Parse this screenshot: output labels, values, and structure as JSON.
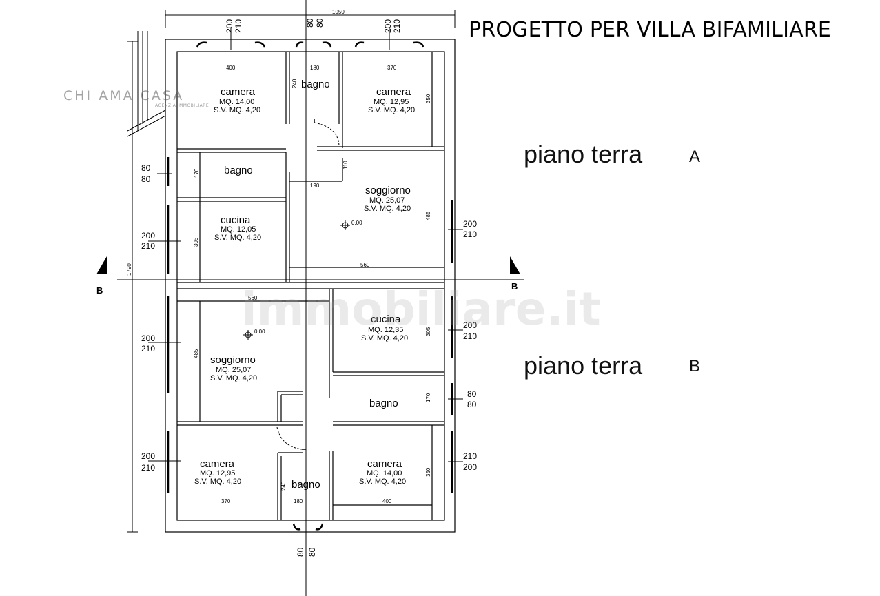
{
  "title": "PROGETTO PER VILLA BIFAMILIARE",
  "levels": {
    "a": {
      "label": "piano terra",
      "letter": "A"
    },
    "b": {
      "label": "piano terra",
      "letter": "B"
    }
  },
  "watermarks": {
    "agency": "CHI AMA CASA",
    "agency_sub": "AGENZIA IMMOBILIARE",
    "portal": "immobiliare.it"
  },
  "rooms": {
    "a_camera_1": {
      "name": "camera",
      "area": "MQ. 14,00",
      "sv": "S.V. MQ.  4,20"
    },
    "a_bagno_1": {
      "name": "bagno"
    },
    "a_camera_2": {
      "name": "camera",
      "area": "MQ. 12,95",
      "sv": "S.V. MQ.  4,20"
    },
    "a_bagno_2": {
      "name": "bagno"
    },
    "a_cucina": {
      "name": "cucina",
      "area": "MQ. 12,05",
      "sv": "S.V. MQ.  4,20"
    },
    "a_soggiorno": {
      "name": "soggiorno",
      "area": "MQ. 25,07",
      "sv": "S.V. MQ.  4,20"
    },
    "b_cucina": {
      "name": "cucina",
      "area": "MQ. 12,35",
      "sv": "S.V. MQ.  4,20"
    },
    "b_soggiorno": {
      "name": "soggiorno",
      "area": "MQ. 25,07",
      "sv": "S.V. MQ.  4,20"
    },
    "b_bagno_1": {
      "name": "bagno"
    },
    "b_camera_1": {
      "name": "camera",
      "area": "MQ. 12,95",
      "sv": "S.V. MQ.  4,20"
    },
    "b_bagno_2": {
      "name": "bagno"
    },
    "b_camera_2": {
      "name": "camera",
      "area": "MQ. 14,00",
      "sv": "S.V. MQ.  4,20"
    }
  },
  "dimensions": {
    "overall_width": "1050",
    "overall_depth": "1790",
    "top_win_1a": "200",
    "top_win_1b": "210",
    "top_door_a": "80",
    "top_door_b": "80",
    "top_win_2a": "200",
    "top_win_2b": "210",
    "a_cam1_w": "400",
    "a_bagno1_w": "180",
    "a_cam2_w": "370",
    "a_bagno1_d": "240",
    "a_cam2_d": "350",
    "a_bagno2_d": "170",
    "a_corr_d": "110",
    "a_corr_w": "190",
    "a_cucina_d": "305",
    "a_sogg_d": "485",
    "a_sogg_w": "560",
    "a_level": "0,00",
    "left_a1a": "80",
    "left_a1b": "80",
    "left_a2a": "200",
    "left_a2b": "210",
    "right_a1a": "200",
    "right_a1b": "210",
    "b_sogg_w": "560",
    "b_sogg_d": "485",
    "b_level": "0,00",
    "b_cucina_d": "305",
    "b_bagno1_d": "170",
    "b_cam1_w": "370",
    "b_bagno2_w": "180",
    "b_cam2_w": "400",
    "b_bagno2_d": "240",
    "b_cam2_d": "350",
    "left_b1a": "200",
    "left_b1b": "210",
    "left_b2a": "200",
    "left_b2b": "210",
    "right_b1a": "200",
    "right_b1b": "210",
    "right_b2a": "80",
    "right_b2b": "80",
    "right_b3a": "210",
    "right_b3b": "200",
    "bottom_door_a": "80",
    "bottom_door_b": "80"
  },
  "section": {
    "left": "B",
    "right": "B"
  }
}
